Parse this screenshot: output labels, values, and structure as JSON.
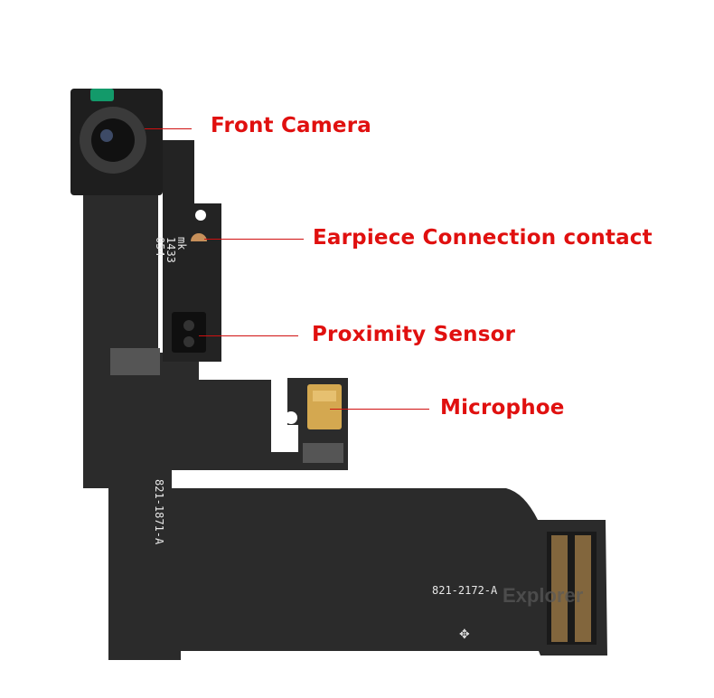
{
  "labels": {
    "front_camera": "Front Camera",
    "earpiece": "Earpiece Connection contact",
    "proximity": "Proximity Sensor",
    "microphone": "Microphoe"
  },
  "silkscreen": {
    "line1": "mk",
    "line2": "1433",
    "line3": "054",
    "part_a": "821-1871-A",
    "part_b": "821-2172-A"
  },
  "watermark": "Explorer",
  "colors": {
    "label": "#e0100f",
    "flex": "#2a2a2a"
  }
}
